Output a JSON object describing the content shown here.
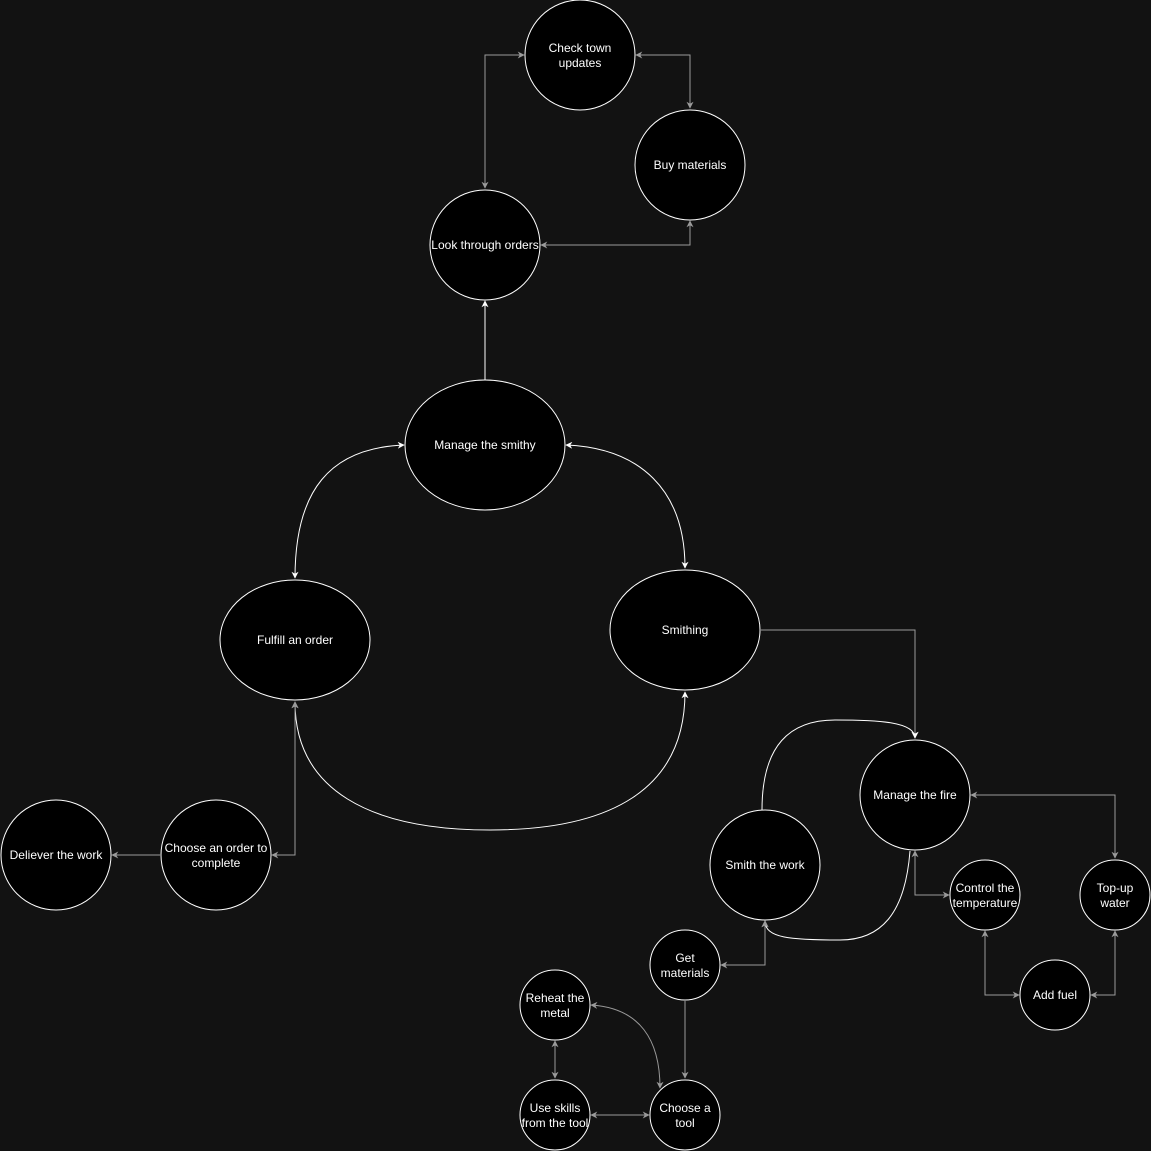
{
  "diagram": {
    "background": "#121212",
    "node_fill": "#000000",
    "node_stroke": "#ffffff",
    "label_color": "#ffffff",
    "edge_main_color": "#ffffff",
    "edge_sub_color": "#9a9a9a",
    "nodes": {
      "check_town_updates": {
        "lines": [
          "Check town",
          "updates"
        ]
      },
      "buy_materials": {
        "lines": [
          "Buy materials"
        ]
      },
      "look_through_orders": {
        "lines": [
          "Look through orders"
        ]
      },
      "manage_smithy": {
        "lines": [
          "Manage the smithy"
        ]
      },
      "fulfill_order": {
        "lines": [
          "Fulfill an order"
        ]
      },
      "smithing": {
        "lines": [
          "Smithing"
        ]
      },
      "manage_fire": {
        "lines": [
          "Manage the fire"
        ]
      },
      "smith_work": {
        "lines": [
          "Smith the work"
        ]
      },
      "control_temperature": {
        "lines": [
          "Control the",
          "temperature"
        ]
      },
      "top_up_water": {
        "lines": [
          "Top-up",
          "water"
        ]
      },
      "add_fuel": {
        "lines": [
          "Add fuel"
        ]
      },
      "get_materials": {
        "lines": [
          "Get",
          "materials"
        ]
      },
      "reheat_metal": {
        "lines": [
          "Reheat the",
          "metal"
        ]
      },
      "use_skills": {
        "lines": [
          "Use skills",
          "from the tool"
        ]
      },
      "choose_tool": {
        "lines": [
          "Choose a",
          "tool"
        ]
      },
      "choose_order": {
        "lines": [
          "Choose an order to",
          "complete"
        ]
      },
      "deliver_work": {
        "lines": [
          "Deliever the work"
        ]
      }
    },
    "edges": [
      {
        "from": "manage_smithy",
        "to": "look_through_orders",
        "style": "main"
      },
      {
        "from": "manage_smithy",
        "to": "fulfill_order",
        "style": "main",
        "bidirectional": true
      },
      {
        "from": "manage_smithy",
        "to": "smithing",
        "style": "main",
        "bidirectional": true
      },
      {
        "from": "fulfill_order",
        "to": "smithing",
        "style": "main",
        "bidirectional": true
      },
      {
        "from": "look_through_orders",
        "to": "check_town_updates",
        "style": "sub",
        "bidirectional": true
      },
      {
        "from": "check_town_updates",
        "to": "buy_materials",
        "style": "sub",
        "bidirectional": true
      },
      {
        "from": "buy_materials",
        "to": "look_through_orders",
        "style": "sub",
        "bidirectional": true
      },
      {
        "from": "smithing",
        "to": "manage_fire",
        "style": "sub"
      },
      {
        "from": "smith_work",
        "to": "manage_fire",
        "style": "main"
      },
      {
        "from": "manage_fire",
        "to": "smith_work",
        "style": "main"
      },
      {
        "from": "manage_fire",
        "to": "top_up_water",
        "style": "sub",
        "bidirectional": true
      },
      {
        "from": "manage_fire",
        "to": "control_temperature",
        "style": "sub",
        "bidirectional": true
      },
      {
        "from": "control_temperature",
        "to": "add_fuel",
        "style": "sub",
        "bidirectional": true
      },
      {
        "from": "add_fuel",
        "to": "top_up_water",
        "style": "sub",
        "bidirectional": true
      },
      {
        "from": "smith_work",
        "to": "get_materials",
        "style": "sub",
        "bidirectional": true
      },
      {
        "from": "get_materials",
        "to": "choose_tool",
        "style": "sub"
      },
      {
        "from": "reheat_metal",
        "to": "choose_tool",
        "style": "sub",
        "bidirectional": true
      },
      {
        "from": "reheat_metal",
        "to": "use_skills",
        "style": "sub",
        "bidirectional": true
      },
      {
        "from": "use_skills",
        "to": "choose_tool",
        "style": "sub",
        "bidirectional": true
      },
      {
        "from": "fulfill_order",
        "to": "choose_order",
        "style": "sub",
        "bidirectional": true
      },
      {
        "from": "choose_order",
        "to": "deliver_work",
        "style": "sub"
      }
    ]
  }
}
